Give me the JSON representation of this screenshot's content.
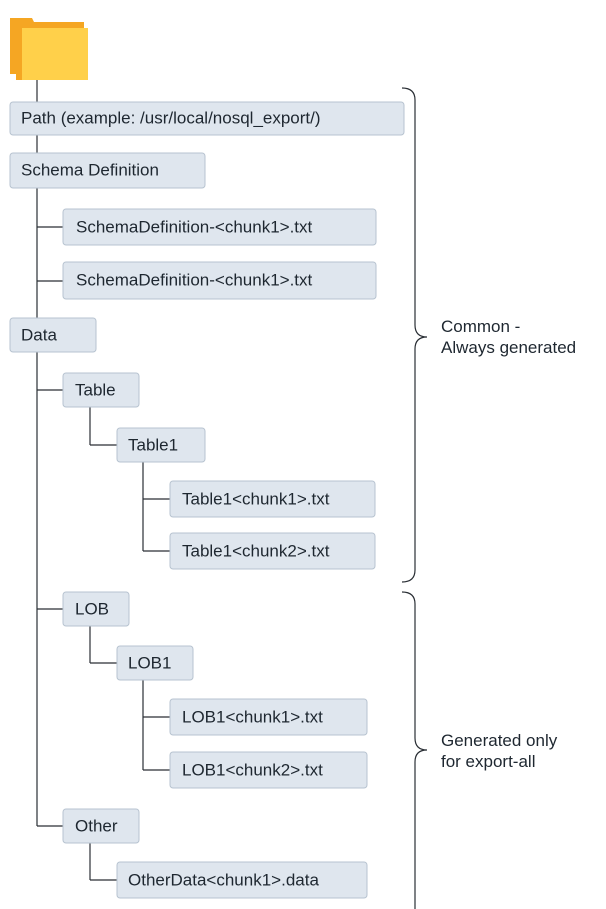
{
  "folder_icon": {
    "name": "folder-icon",
    "color_front": "#ffd04a",
    "color_back": "#f5a623"
  },
  "nodes": {
    "path": "Path (example: /usr/local/nosql_export/)",
    "schema_definition": "Schema Definition",
    "schema_file_1": "SchemaDefinition-<chunk1>.txt",
    "schema_file_2": "SchemaDefinition-<chunk1>.txt",
    "data": "Data",
    "table": "Table",
    "table1": "Table1",
    "table1_chunk1": "Table1<chunk1>.txt",
    "table1_chunk2": "Table1<chunk2>.txt",
    "lob": "LOB",
    "lob1": "LOB1",
    "lob1_chunk1": "LOB1<chunk1>.txt",
    "lob1_chunk2": "LOB1<chunk2>.txt",
    "other": "Other",
    "otherdata_chunk1": "OtherData<chunk1>.data"
  },
  "braces": {
    "common": [
      "Common -",
      "Always generated"
    ],
    "export_all": [
      "Generated only",
      "for export-all"
    ]
  }
}
